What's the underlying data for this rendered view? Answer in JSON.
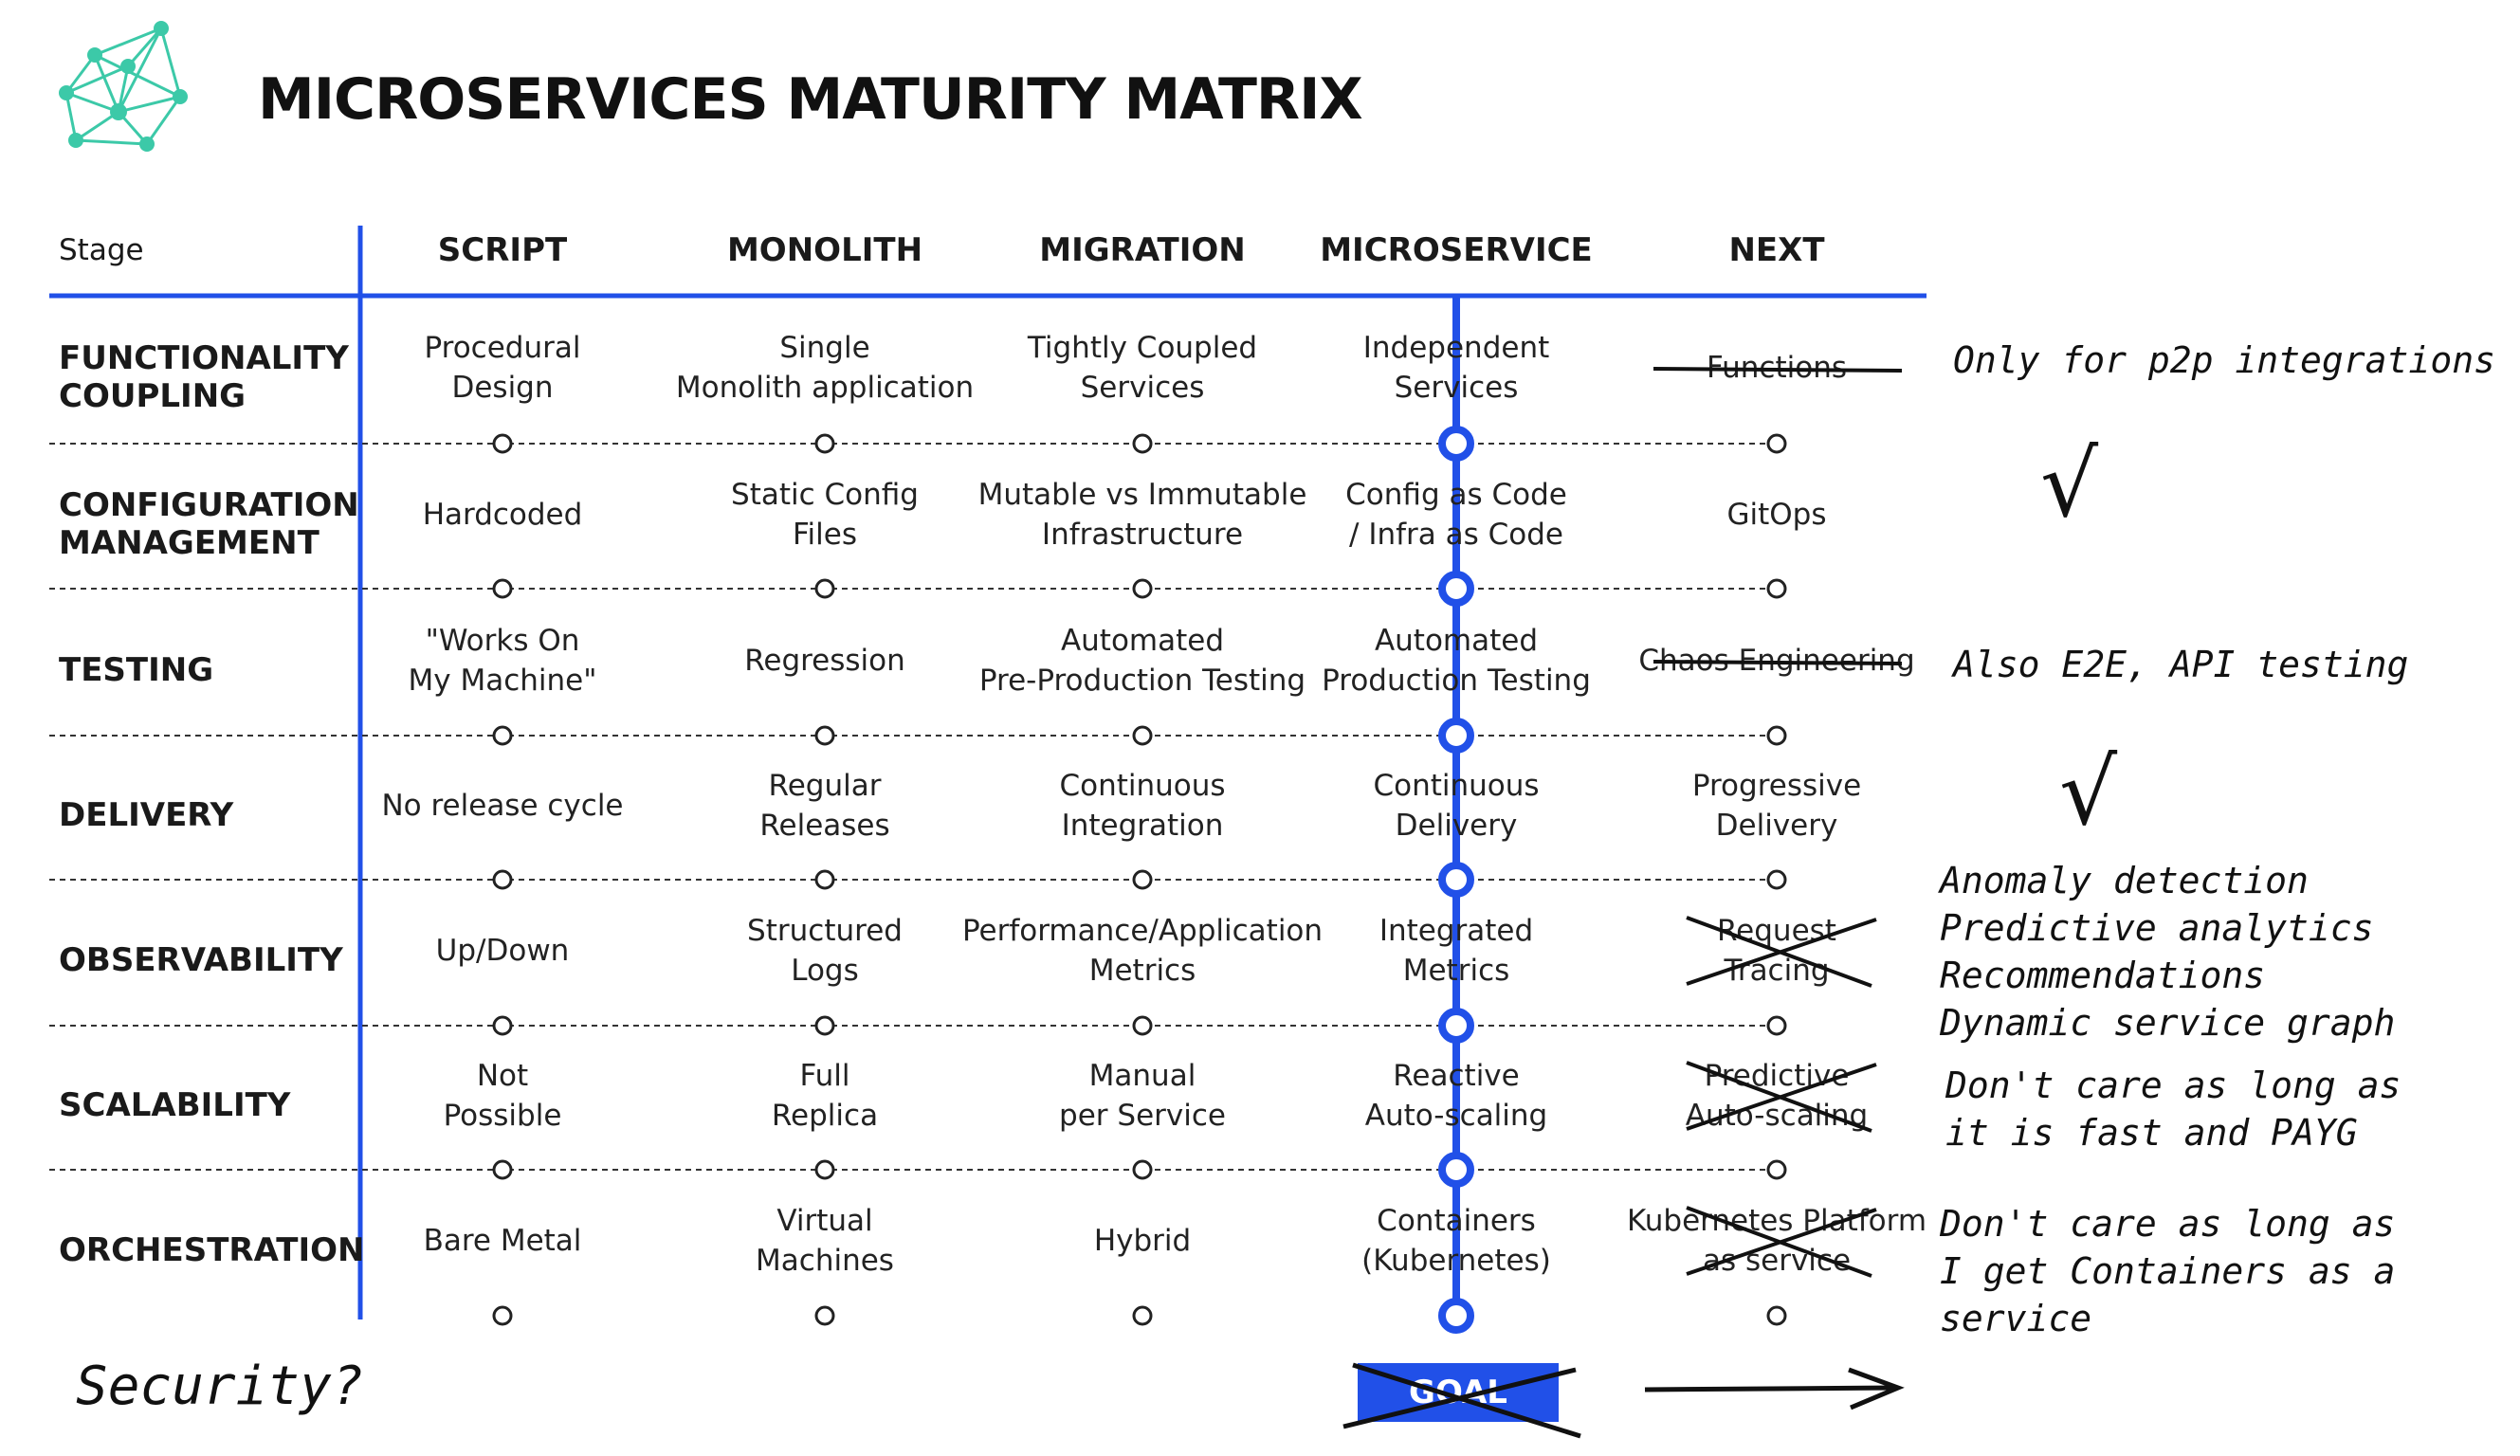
{
  "title": "MICROSERVICES MATURITY MATRIX",
  "stage_label": "Stage",
  "columns": [
    "SCRIPT",
    "MONOLITH",
    "MIGRATION",
    "MICROSERVICE",
    "NEXT"
  ],
  "rows": [
    {
      "label": "FUNCTIONALITY\nCOUPLING",
      "cells": [
        "Procedural\nDesign",
        "Single\nMonolith application",
        "Tightly Coupled\nServices",
        "Independent\nServices",
        "Functions"
      ]
    },
    {
      "label": "CONFIGURATION\nMANAGEMENT",
      "cells": [
        "Hardcoded",
        "Static Config\nFiles",
        "Mutable vs Immutable\nInfrastructure",
        "Config as Code\n/ Infra as Code",
        "GitOps"
      ]
    },
    {
      "label": "TESTING",
      "cells": [
        "\"Works On\nMy Machine\"",
        "Regression",
        "Automated\nPre-Production Testing",
        "Automated\nProduction Testing",
        "Chaos Engineering"
      ]
    },
    {
      "label": "DELIVERY",
      "cells": [
        "No release cycle",
        "Regular\nReleases",
        "Continuous\nIntegration",
        "Continuous\nDelivery",
        "Progressive\nDelivery"
      ]
    },
    {
      "label": "OBSERVABILITY",
      "cells": [
        "Up/Down",
        "Structured\nLogs",
        "Performance/Application\nMetrics",
        "Integrated\nMetrics",
        "Request\nTracing"
      ]
    },
    {
      "label": "SCALABILITY",
      "cells": [
        "Not\nPossible",
        "Full\nReplica",
        "Manual\nper Service",
        "Reactive\nAuto-scaling",
        "Predictive\nAuto-scaling"
      ]
    },
    {
      "label": "ORCHESTRATION",
      "cells": [
        "Bare Metal",
        "Virtual\nMachines",
        "Hybrid",
        "Containers\n(Kubernetes)",
        "Kubernetes Platform\nas service"
      ]
    }
  ],
  "notes": {
    "functionality": "Only for p2p integrations",
    "testing": "Also E2E, API testing",
    "observability": "Anomaly detection\nPredictive analytics\nRecommendations\nDynamic service graph",
    "scalability": "Don't care as long as\nit is fast and PAYG",
    "orchestration": "Don't care as long as\nI get Containers as a service",
    "security": "Security?",
    "check_mark": "√"
  },
  "goal_label": "GOAL",
  "colors": {
    "accent": "#2150e8",
    "logo": "#3cc9a8",
    "text": "#111111"
  }
}
